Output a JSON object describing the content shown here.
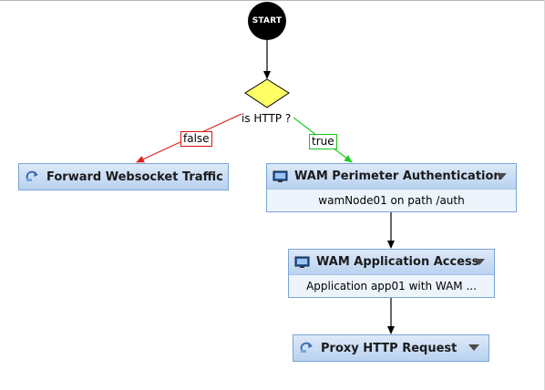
{
  "diagram": {
    "start": {
      "label": "START"
    },
    "condition": {
      "label": "is HTTP ?"
    },
    "edges": {
      "false_label": "false",
      "true_label": "true"
    },
    "nodes": {
      "forward_websocket": {
        "title": "Forward Websocket Traffic",
        "icon": "redirect-arrow-icon"
      },
      "wam_perimeter": {
        "title": "WAM Perimeter Authentication",
        "detail": "wamNode01 on path /auth",
        "icon": "monitor-icon"
      },
      "wam_application": {
        "title": "WAM Application Access",
        "detail": "Application app01 with WAM ...",
        "icon": "monitor-icon"
      },
      "proxy_http": {
        "title": "Proxy HTTP Request",
        "icon": "redirect-arrow-icon"
      }
    },
    "colors": {
      "false_edge": "#e02020",
      "true_edge": "#20d020",
      "decision_fill": "#ffff66",
      "node_border": "#7aa6d6"
    }
  }
}
